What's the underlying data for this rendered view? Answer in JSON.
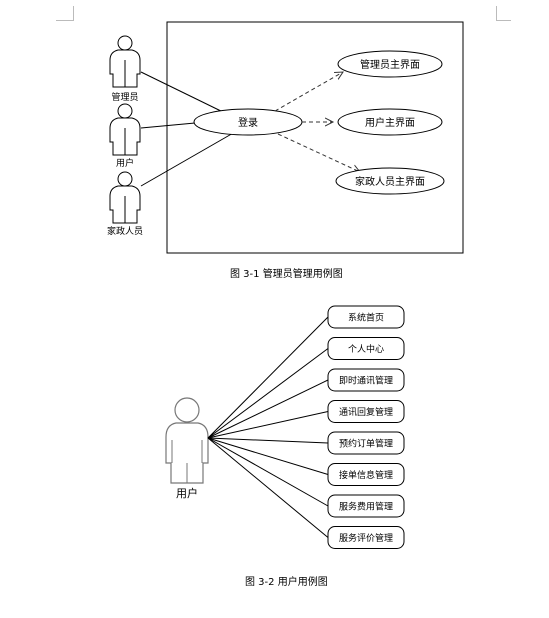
{
  "figure1": {
    "actors": [
      "管理员",
      "用户",
      "家政人员"
    ],
    "login_usecase": "登录",
    "interface_usecases": [
      "管理员主界面",
      "用户主界面",
      "家政人员主界面"
    ],
    "caption": "图 3-1  管理员管理用例图"
  },
  "figure2": {
    "actor": "用户",
    "usecases": [
      "系统首页",
      "个人中心",
      "即时通讯管理",
      "通讯回复管理",
      "预约订单管理",
      "接单信息管理",
      "服务费用管理",
      "服务评价管理"
    ],
    "caption": "图 3-2  用户用例图"
  }
}
